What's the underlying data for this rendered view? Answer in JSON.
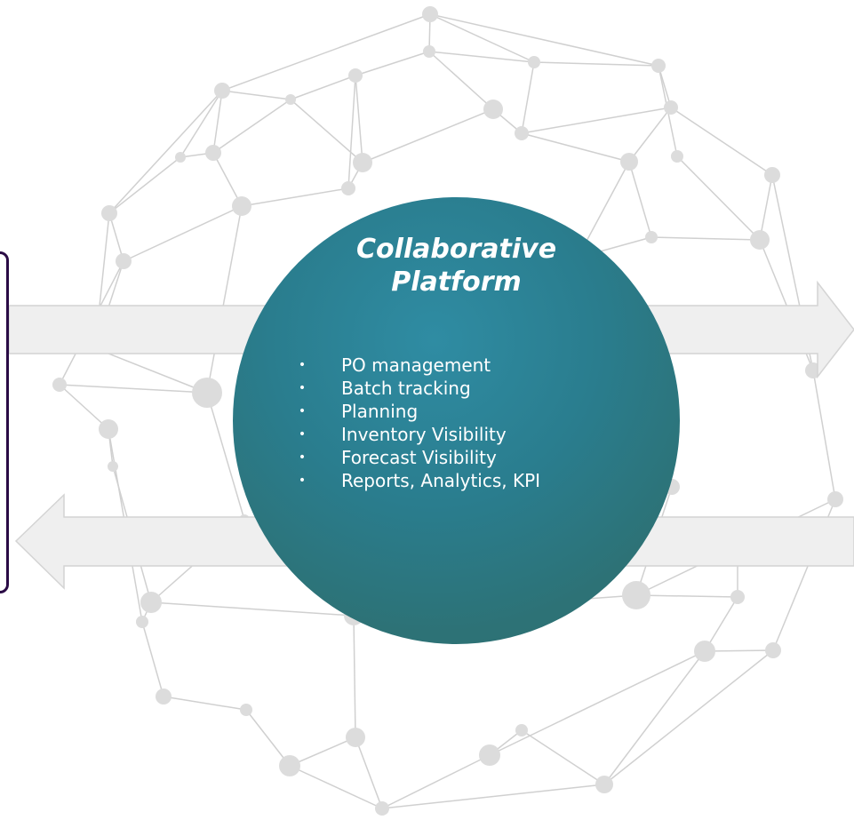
{
  "hub": {
    "title_line1": "Collaborative",
    "title_line2": "Platform",
    "items": [
      "PO management",
      "Batch tracking",
      "Planning",
      "Inventory Visibility",
      "Forecast Visibility",
      "Reports, Analytics, KPI"
    ]
  },
  "colors": {
    "hub_center": "#2f8ca3",
    "hub_edge": "#2f6d70",
    "network_lines": "#d0d0d0",
    "network_nodes": "#dcdcdc",
    "arrows": "#efefef",
    "left_frame": "#2a0b45"
  }
}
